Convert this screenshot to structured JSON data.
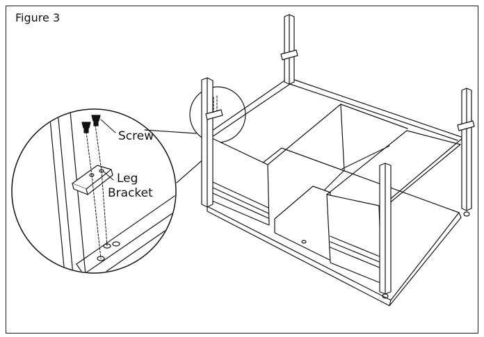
{
  "figure": {
    "title": "Figure 3",
    "labels": {
      "screw": "Screw",
      "leg_bracket_line1": "Leg",
      "leg_bracket_line2": "Bracket"
    }
  }
}
